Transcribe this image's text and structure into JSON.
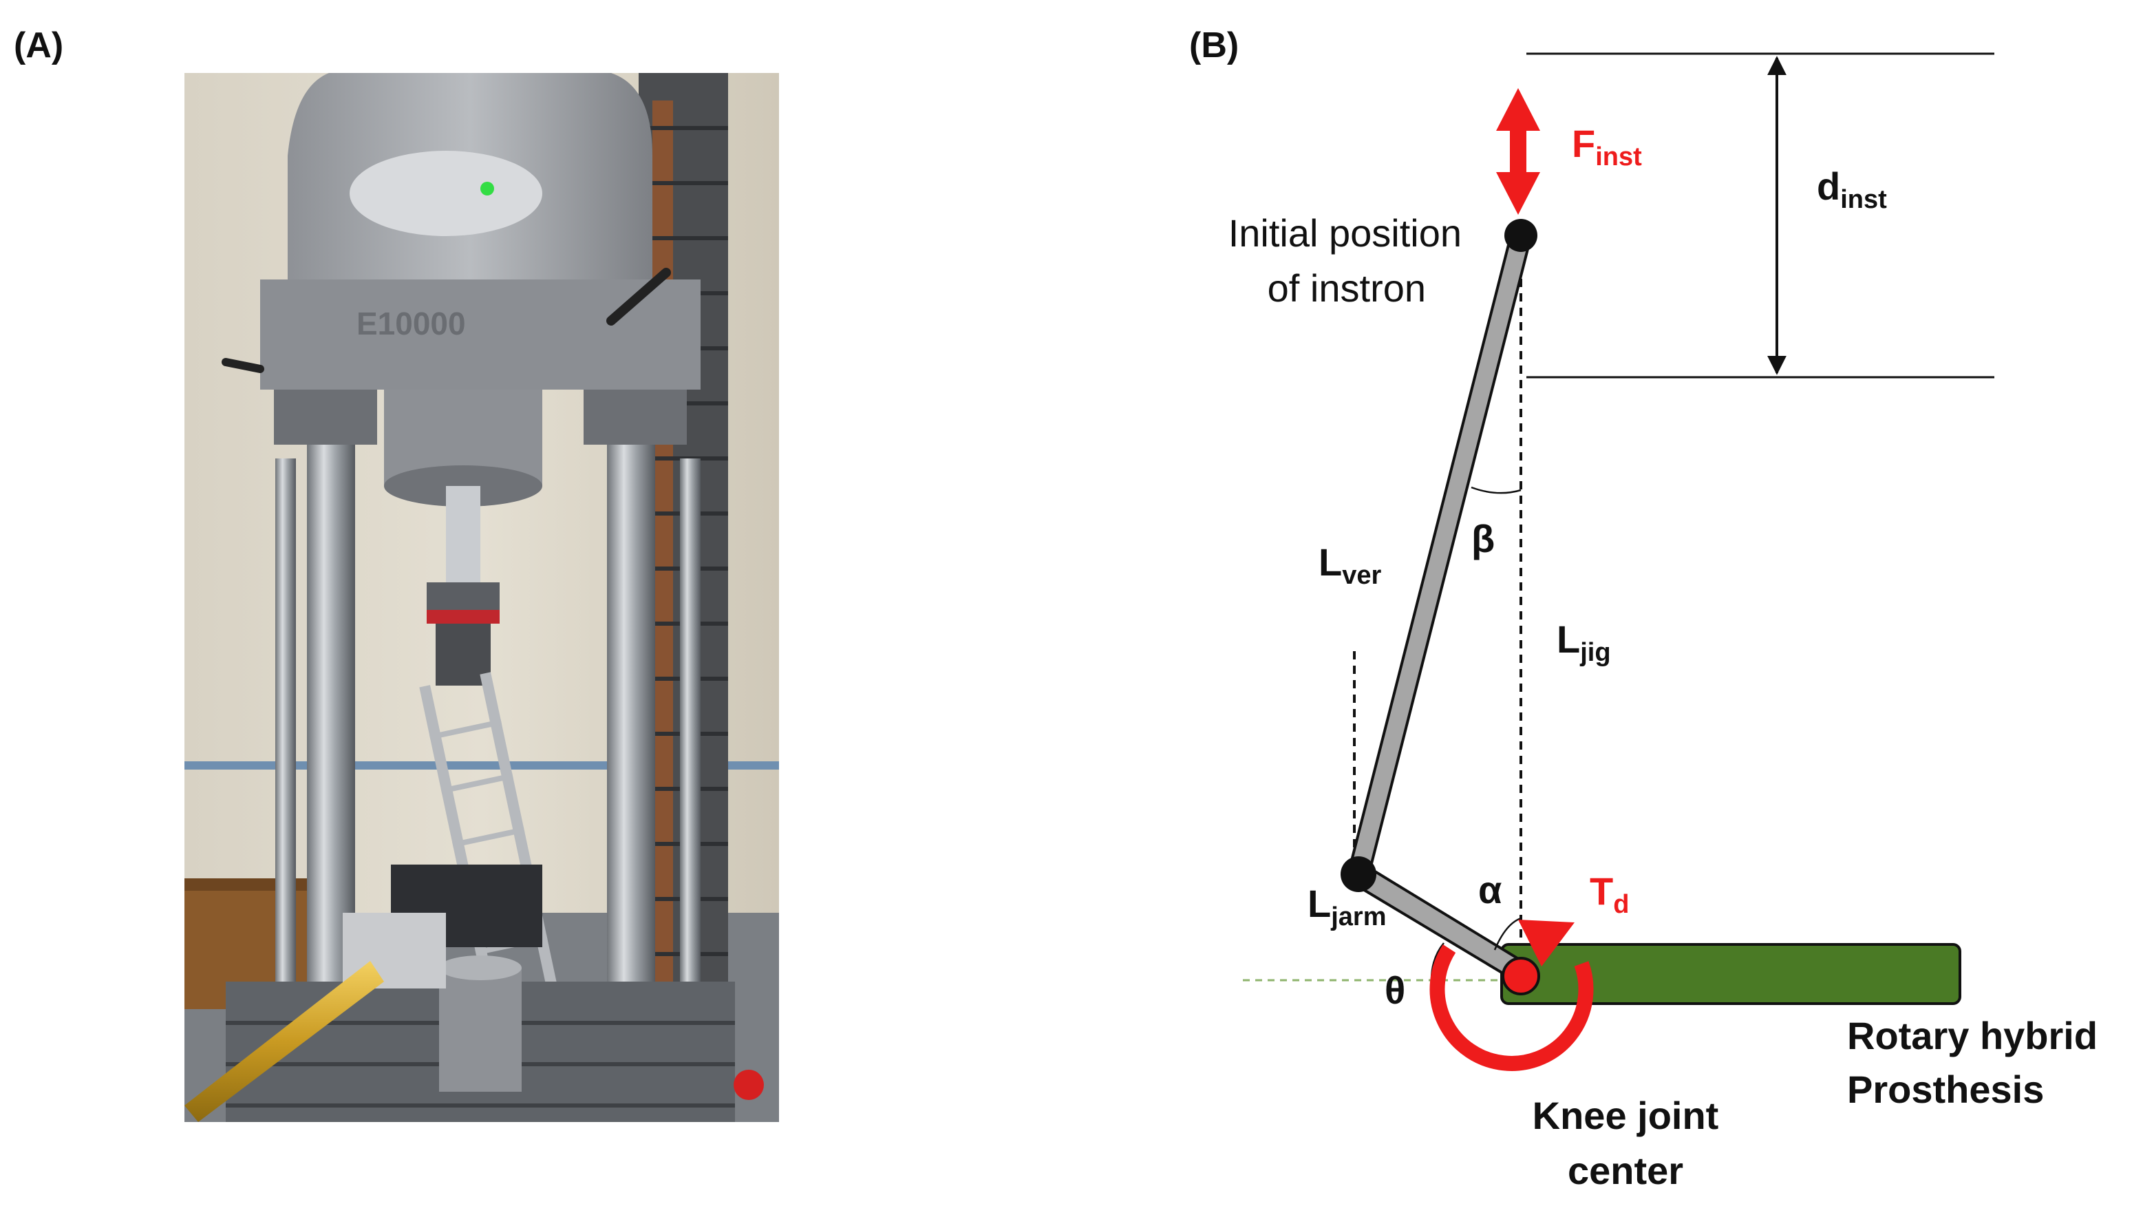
{
  "panels": {
    "a_label": "(A)",
    "b_label": "(B)"
  },
  "photo": {
    "machine_model": "E10000"
  },
  "diagram": {
    "force_main": "F",
    "force_sub": "inst",
    "disp_main": "d",
    "disp_sub": "inst",
    "initial_line1": "Initial position",
    "initial_line2": "of instron",
    "beta": "β",
    "lver_main": "L",
    "lver_sub": "ver",
    "ljig_main": "L",
    "ljig_sub": "jig",
    "ljarm_main": "L",
    "ljarm_sub": "jarm",
    "alpha": "α",
    "theta": "θ",
    "torque_main": "T",
    "torque_sub": "d",
    "prosthesis_line1": "Rotary hybrid",
    "prosthesis_line2": "Prosthesis",
    "knee_line1": "Knee joint",
    "knee_line2": "center"
  },
  "colors": {
    "red": "#ee1c1c",
    "green": "#4a7a25",
    "rod": "#a6a6a6"
  }
}
